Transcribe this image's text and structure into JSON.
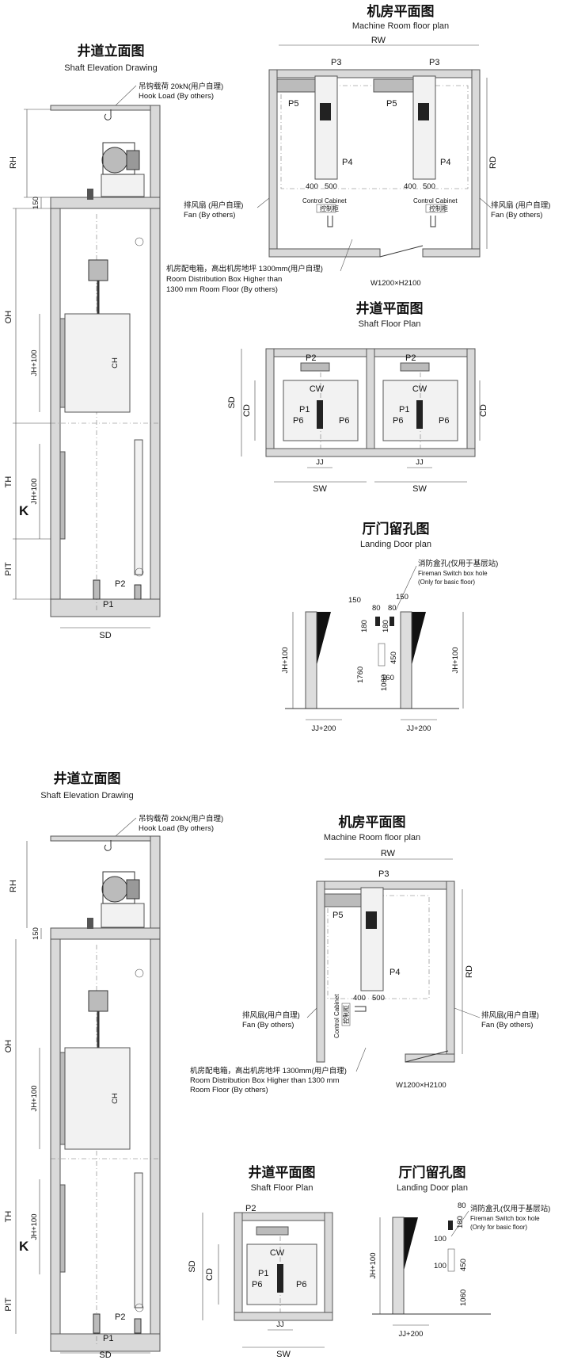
{
  "top": {
    "shaft_elevation": {
      "title_zh": "井道立面图",
      "title_en": "Shaft Elevation Drawing",
      "hook_zh": "吊钩载荷 20kN(用户自理)",
      "hook_en": "Hook Load (By others)",
      "dims": {
        "rh": "RH",
        "d150": "150",
        "oh": "OH",
        "jh1": "JH+100",
        "ch": "CH",
        "th": "TH",
        "jh2": "JH+100",
        "k": "K",
        "pit": "PIT",
        "sd": "SD",
        "p1": "P1",
        "p2": "P2"
      }
    },
    "machine_room": {
      "title_zh": "机房平面图",
      "title_en": "Machine Room floor plan",
      "rw": "RW",
      "rd": "RD",
      "p3": "P3",
      "p4": "P4",
      "p5": "P5",
      "d400": "400",
      "d500": "500",
      "cabinet_en": "Control Cabinet",
      "cabinet_zh": "控制柜",
      "fan_zh": "排风扇 (用户自理)",
      "fan_en": "Fan (By others)",
      "fan2_zh": "排风扇 (用户自理)",
      "fan2_en": "Fan (By others)",
      "box_zh": "机房配电箱，高出机房地坪 1300mm(用户自理)",
      "box_en1": "Room Distribution Box Higher than",
      "box_en2": "1300 mm Room Floor (By others)",
      "door": "W1200×H2100"
    },
    "shaft_plan": {
      "title_zh": "井道平面图",
      "title_en": "Shaft Floor Plan",
      "p1": "P1",
      "p2": "P2",
      "p6": "P6",
      "cw": "CW",
      "cd": "CD",
      "sd": "SD",
      "jj": "JJ",
      "sw": "SW"
    },
    "landing": {
      "title_zh": "厅门留孔图",
      "title_en": "Landing Door plan",
      "fireman_zh": "消防盒孔(仅用于基层站)",
      "fireman_en1": "Fireman Switch box hole",
      "fireman_en2": "(Only for basic floor)",
      "d150a": "150",
      "d150b": "150",
      "d80a": "80",
      "d80b": "80",
      "d180a": "180",
      "d180b": "180",
      "d450": "450",
      "d160": "160",
      "d1760": "1760",
      "d1060": "1060",
      "jh": "JH+100",
      "jh2": "JH+100",
      "jj": "JJ+200",
      "jj2": "JJ+200"
    }
  },
  "bottom": {
    "shaft_elevation": {
      "title_zh": "井道立面图",
      "title_en": "Shaft Elevation Drawing",
      "hook_zh": "吊钩载荷 20kN(用户自理)",
      "hook_en": "Hook Load (By others)",
      "dims": {
        "rh": "RH",
        "d150": "150",
        "oh": "OH",
        "jh1": "JH+100",
        "ch": "CH",
        "th": "TH",
        "jh2": "JH+100",
        "k": "K",
        "pit": "PIT",
        "sd": "SD",
        "p1": "P1",
        "p2": "P2"
      }
    },
    "machine_room": {
      "title_zh": "机房平面图",
      "title_en": "Machine Room floor plan",
      "rw": "RW",
      "rd": "RD",
      "p3": "P3",
      "p4": "P4",
      "p5": "P5",
      "d400": "400",
      "d500": "500",
      "cabinet_en": "Control Cabinet",
      "cabinet_zh": "控制柜",
      "fan_zh": "排风扇(用户自理)",
      "fan_en": "Fan (By others)",
      "fan2_zh": "排风扇(用户自理)",
      "fan2_en": "Fan (By others)",
      "box_zh": "机房配电箱，高出机房地坪 1300mm(用户自理)",
      "box_en1": "Room Distribution Box Higher than 1300 mm",
      "box_en2": "Room Floor (By others)",
      "door": "W1200×H2100"
    },
    "shaft_plan": {
      "title_zh": "井道平面图",
      "title_en": "Shaft Floor Plan",
      "p1": "P1",
      "p2": "P2",
      "p6": "P6",
      "cw": "CW",
      "cd": "CD",
      "sd": "SD",
      "jj": "JJ",
      "sw": "SW"
    },
    "landing": {
      "title_zh": "厅门留孔图",
      "title_en": "Landing Door plan",
      "fireman_zh": "消防盒孔(仅用于基层站)",
      "fireman_en1": "Fireman Switch box hole",
      "fireman_en2": "(Only for basic floor)",
      "d80": "80",
      "d180": "180",
      "d100a": "100",
      "d100b": "100",
      "d450": "450",
      "d1060": "1060",
      "jh": "JH+100",
      "jj": "JJ+200"
    }
  }
}
